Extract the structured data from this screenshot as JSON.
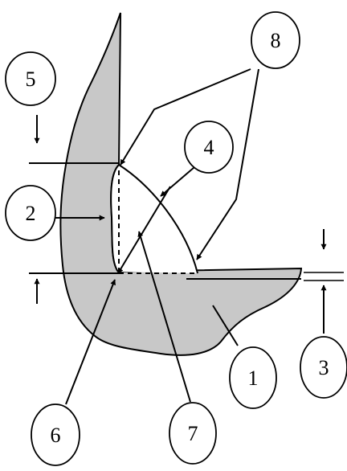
{
  "labels": {
    "l1": "1",
    "l2": "2",
    "l3": "3",
    "l4": "4",
    "l5": "5",
    "l6": "6",
    "l7": "7",
    "l8": "8"
  },
  "colors": {
    "body_fill": "#c8c8c8",
    "stroke": "#000000",
    "callout_fill": "#ffffff"
  }
}
